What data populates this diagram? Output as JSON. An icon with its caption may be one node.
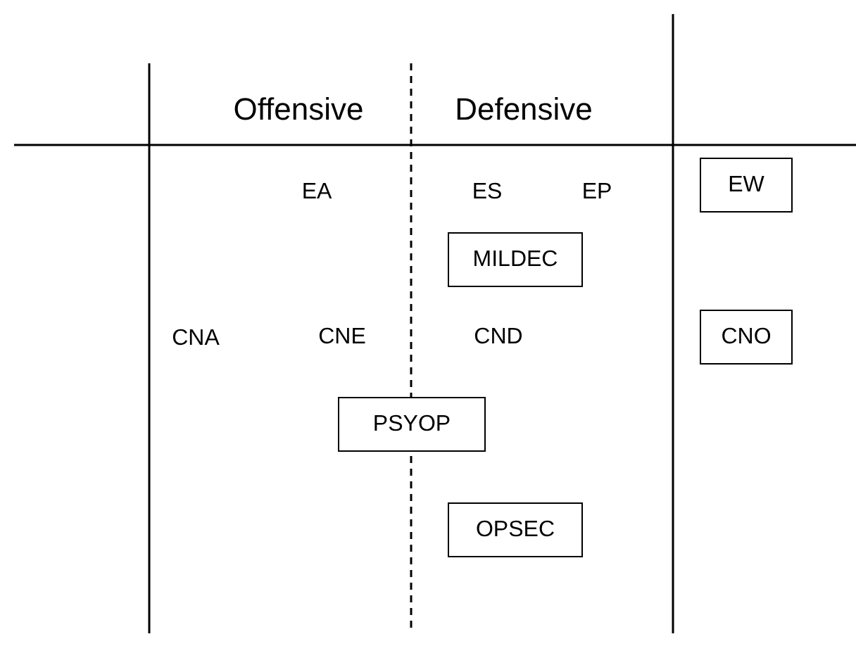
{
  "diagram": {
    "nodes": [
      {
        "text": [
          "EW"
        ]
      },
      {
        "text": [
          "MILDEC"
        ]
      },
      {
        "text": [
          "CNO"
        ]
      },
      {
        "text": [
          "PSYOP"
        ]
      },
      {
        "text": [
          "OPSEC"
        ]
      }
    ],
    "labels": [
      "Offensive",
      "Defensive",
      "EA",
      "ES",
      "EP",
      "CNA",
      "CNE",
      "CND"
    ]
  }
}
